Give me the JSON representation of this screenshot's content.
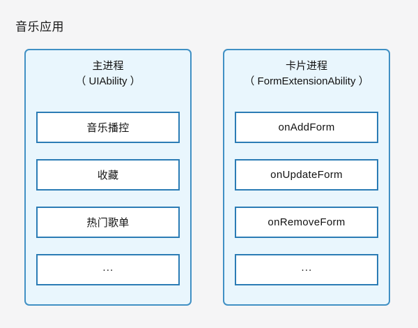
{
  "page": {
    "title": "音乐应用"
  },
  "colors": {
    "page_background": "#f5f5f6",
    "panel_background": "#e9f6fd",
    "panel_border": "#4090c4",
    "item_background": "#ffffff",
    "item_border": "#2b7cb5",
    "text": "#111111"
  },
  "panels": [
    {
      "id": "main-process",
      "title_line1": "主进程",
      "title_line2": "（ UIAbility ）",
      "items": [
        "音乐播控",
        "收藏",
        "热门歌单",
        "···"
      ]
    },
    {
      "id": "form-extension-process",
      "title_line1": "卡片进程",
      "title_line2": "（ FormExtensionAbility ）",
      "items": [
        "onAddForm",
        "onUpdateForm",
        "onRemoveForm",
        "···"
      ]
    }
  ]
}
